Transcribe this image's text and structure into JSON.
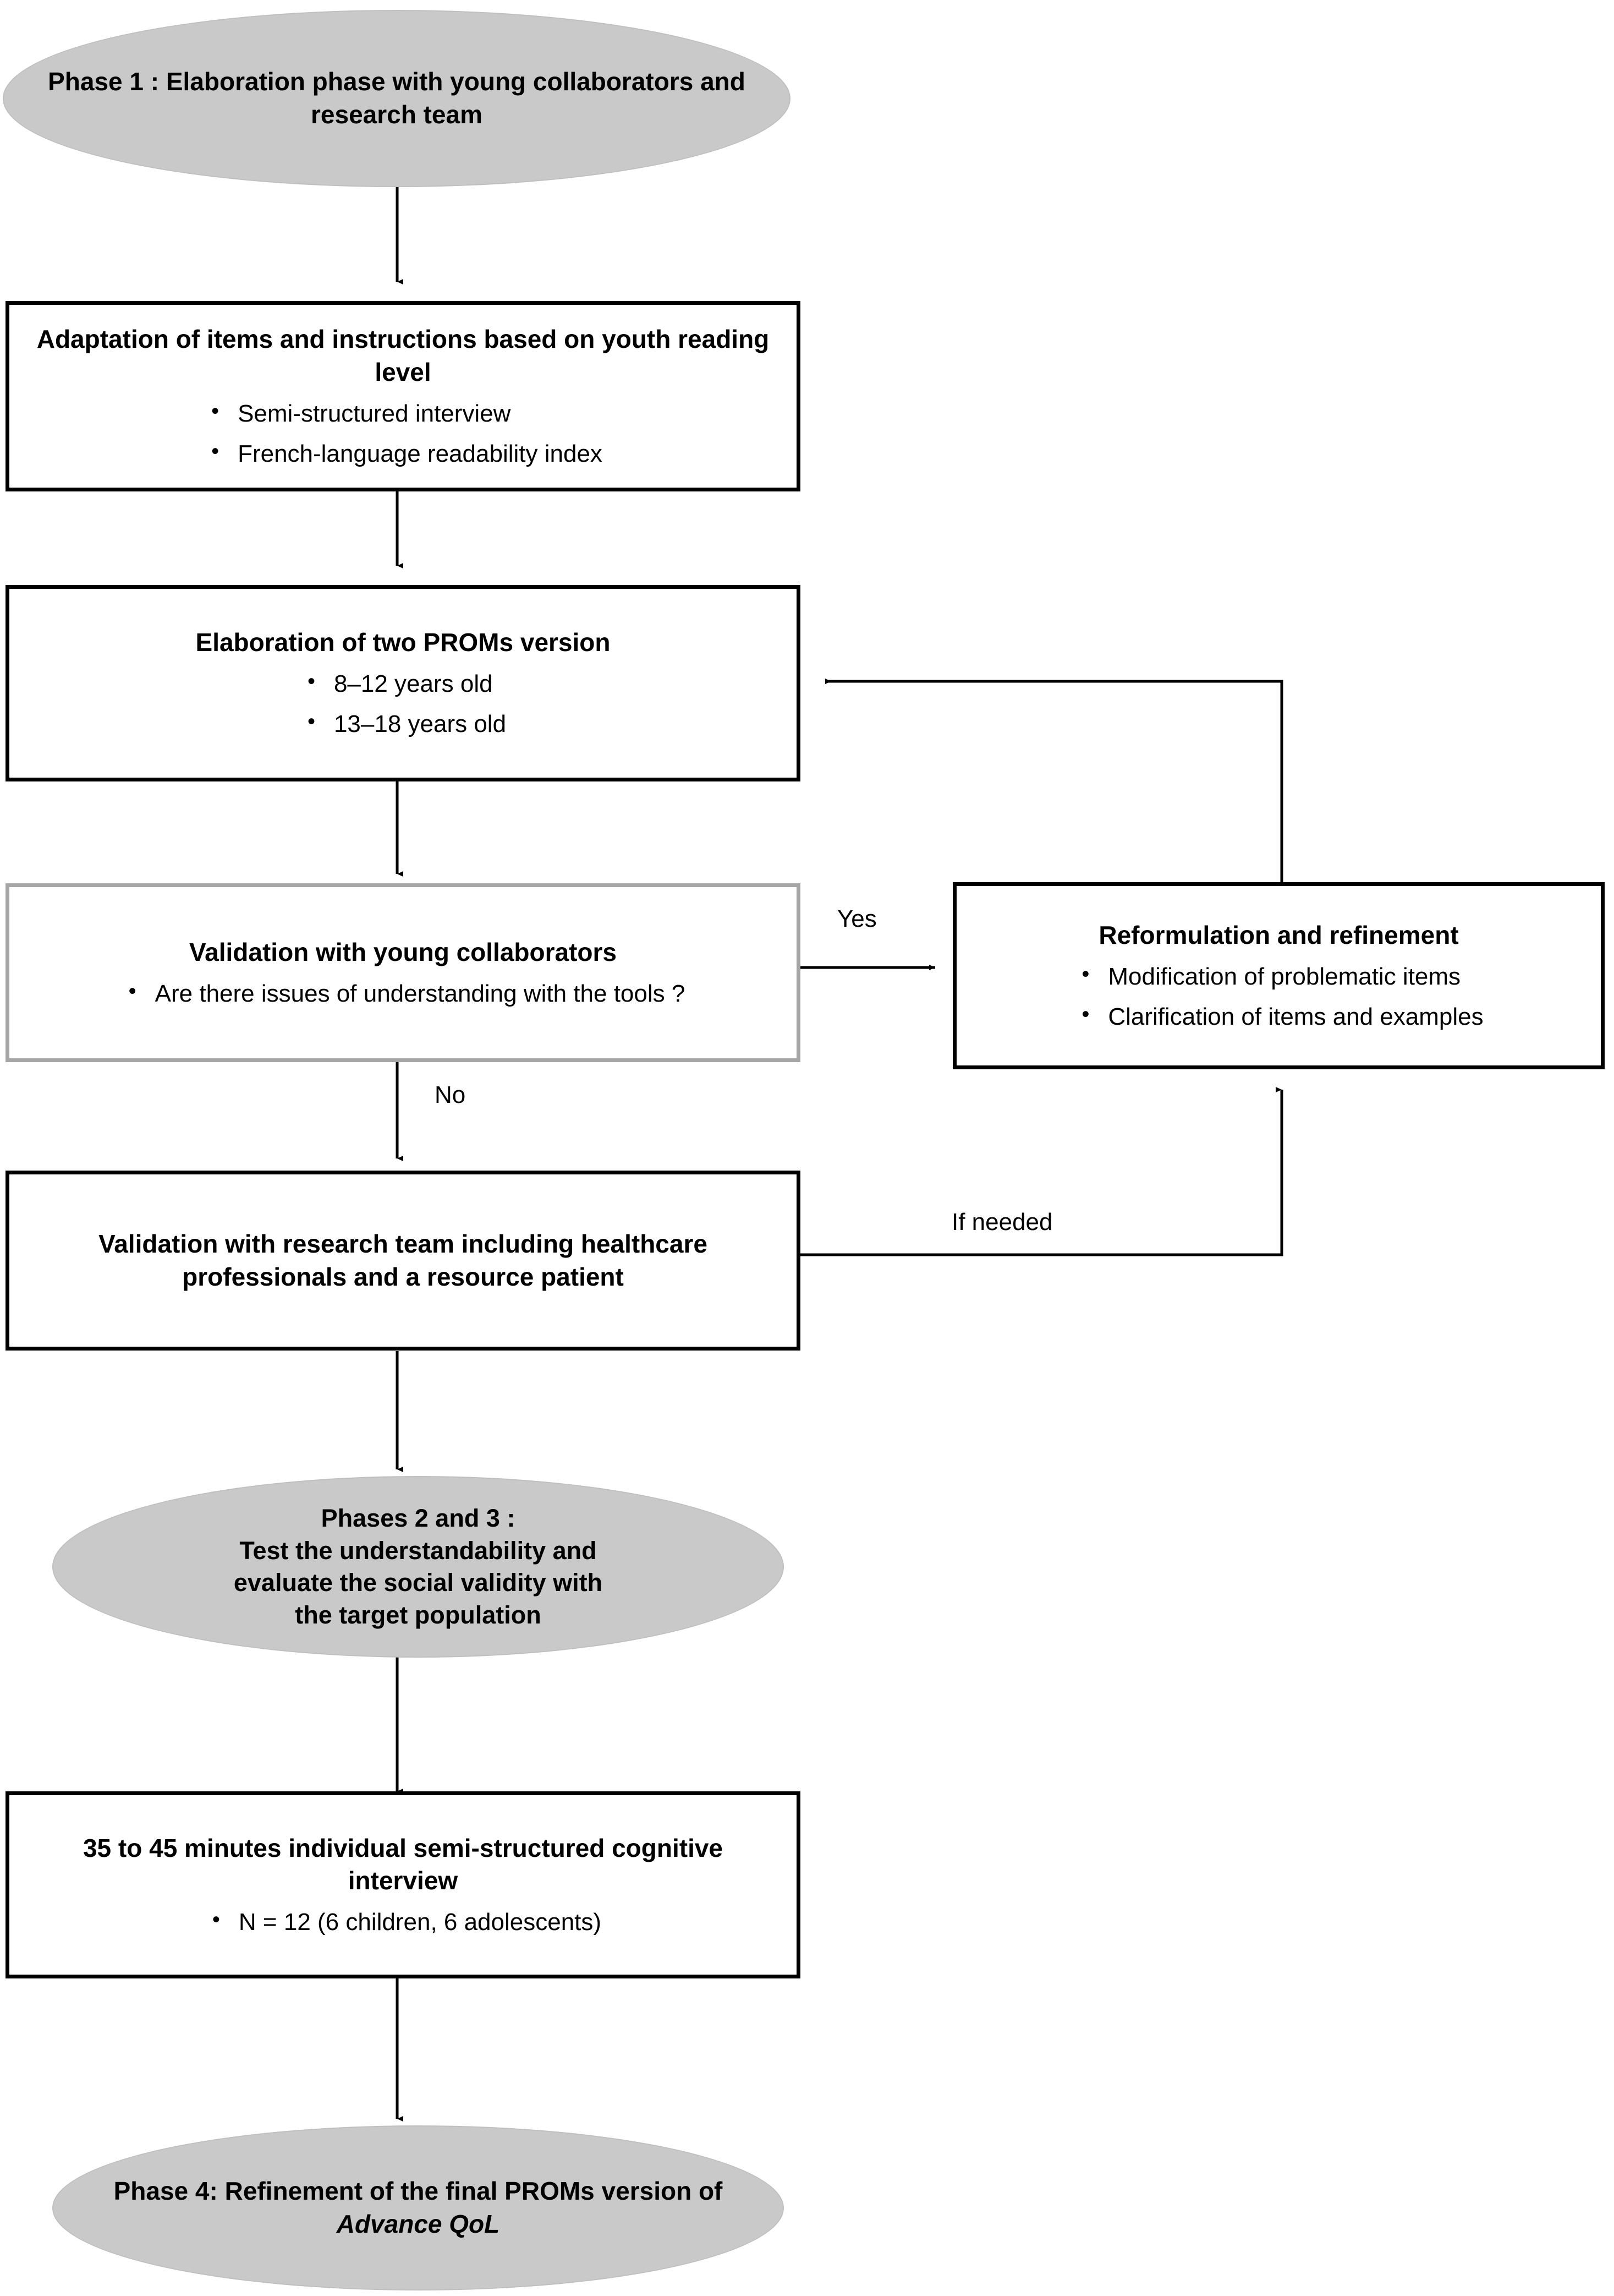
{
  "diagram": {
    "title": "PROMs development process flowchart",
    "colors": {
      "ellipse_fill": "#c9c9c9",
      "box_border": "#000000",
      "decision_box_border": "#a6a6a6",
      "connector": "#000000",
      "text": "#000000",
      "background": "#ffffff"
    }
  },
  "nodes": {
    "phase1": {
      "shape": "ellipse",
      "title": "Phase 1 : Elaboration phase with young collaborators and research team"
    },
    "adaptation": {
      "shape": "rectangle",
      "title": "Adaptation of items and instructions based on youth reading level",
      "bullets": [
        "Semi-structured interview",
        "French-language readability index"
      ]
    },
    "elaboration": {
      "shape": "rectangle",
      "title": "Elaboration of two PROMs version",
      "bullets": [
        "8–12 years old",
        "13–18 years old"
      ]
    },
    "validation_young": {
      "shape": "rectangle",
      "title": "Validation with young collaborators",
      "bullets": [
        "Are there issues of understanding with the tools ?"
      ]
    },
    "reformulation": {
      "shape": "rectangle",
      "title": "Reformulation and refinement",
      "bullets": [
        "Modification of problematic items",
        "Clarification of items and examples"
      ]
    },
    "validation_team": {
      "shape": "rectangle",
      "title": "Validation with research team including healthcare professionals and a resource patient"
    },
    "phases23": {
      "shape": "ellipse",
      "title_line1": "Phases 2 and 3 :",
      "title_line2": "Test the understandability and",
      "title_line3": "evaluate the social validity with",
      "title_line4": "the target population"
    },
    "interview": {
      "shape": "rectangle",
      "title": "35 to 45 minutes individual semi-structured cognitive interview",
      "bullets": [
        "N = 12 (6 children, 6 adolescents)"
      ]
    },
    "phase4": {
      "shape": "ellipse",
      "title_part1": "Phase 4: Refinement of the final PROMs version of ",
      "title_part2_italic": "Advance QoL"
    }
  },
  "edge_labels": {
    "yes": "Yes",
    "no": "No",
    "if_needed": "If needed"
  }
}
